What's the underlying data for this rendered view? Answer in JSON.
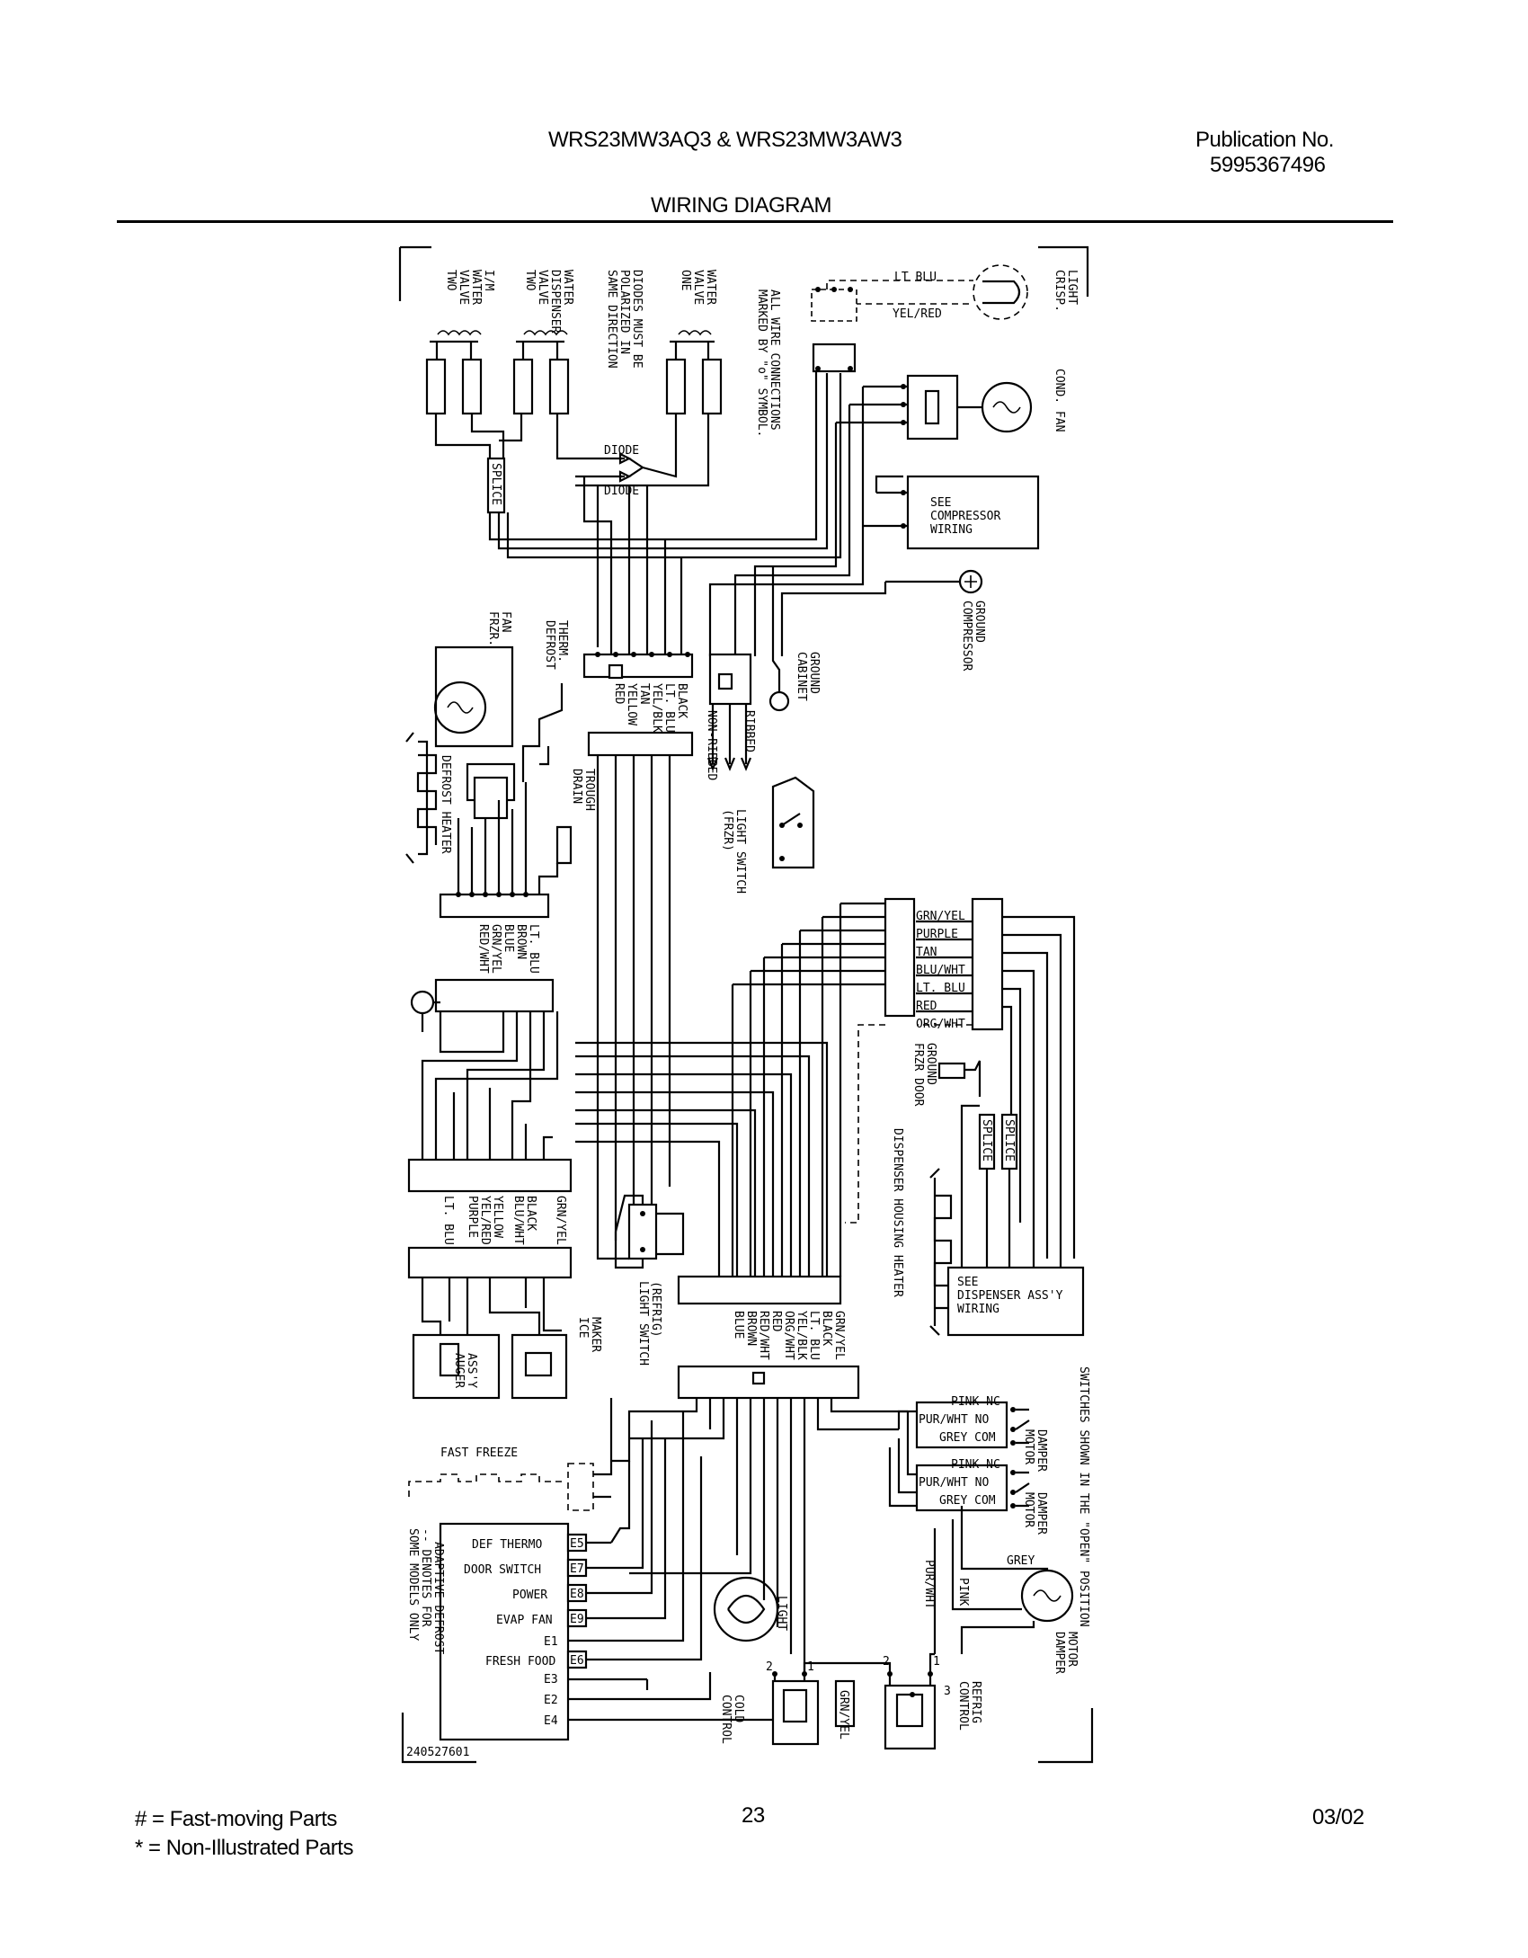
{
  "header": {
    "model": "WRS23MW3AQ3 & WRS23MW3AW3",
    "publication_label": "Publication No.",
    "publication_number": "5995367496",
    "title": "WIRING DIAGRAM"
  },
  "footer": {
    "legend_fast": "# = Fast-moving Parts",
    "legend_non": "* = Non-Illustrated Parts",
    "page_number": "23",
    "date": "03/02"
  },
  "diagram": {
    "drawing_number": "240527601",
    "top_labels": {
      "im_valve": [
        "I/M",
        "WATER",
        "VALVE",
        "TWO"
      ],
      "dispenser_valve": [
        "WATER",
        "DISPENSER",
        "VALVE",
        "TWO"
      ],
      "diodes_note": [
        "DIODES MUST BE",
        "POLARIZED IN",
        "SAME DIRECTION"
      ],
      "water_valve_one": [
        "WATER",
        "VALVE",
        "ONE"
      ],
      "connections_note": [
        "ALL WIRE CONNECTIONS",
        "MARKED BY \"o\" SYMBOL."
      ],
      "crisp_light": [
        "CRISP.",
        "LIGHT"
      ],
      "cond_fan": "COND. FAN"
    },
    "diode_upper": "DIODE",
    "diode_lower": "DIODE",
    "splice": "SPLICE",
    "crisp_wire_1": "LT BLU",
    "crisp_wire_2": "YEL/RED",
    "compressor_box": [
      "SEE",
      "COMPRESSOR",
      "WIRING"
    ],
    "compressor_ground": [
      "COMPRESSOR",
      "GROUND"
    ],
    "cabinet_ground": [
      "CABINET",
      "GROUND"
    ],
    "ribbed": "RIBBED",
    "non_ribbed": "NON-RIBBED",
    "frzr_fan": [
      "FRZR.",
      "FAN"
    ],
    "defrost_therm": [
      "DEFROST",
      "THERM."
    ],
    "defrost_heater": "DEFROST HEATER",
    "drain_trough": [
      "DRAIN",
      "TROUGH"
    ],
    "light_switch_frzr": [
      "LIGHT SWITCH",
      "(FRZR)"
    ],
    "upper_connector_wires": [
      "BLACK",
      "LT. BLU",
      "YEL/BLK",
      "TAN",
      "YELLOW",
      "RED"
    ],
    "left_connector_wires": [
      "LT. BLU",
      "BROWN",
      "BLUE",
      "GRN/YEL",
      "RED/WHT"
    ],
    "right_connector_wires": [
      "GRN/YEL",
      "PURPLE",
      "TAN",
      "BLU/WHT",
      "LT. BLU",
      "RED",
      "ORG/WHT"
    ],
    "frzr_door_ground": [
      "FRZR DOOR",
      "GROUND"
    ],
    "dispenser_housing_heater": "DISPENSER HOUSING HEATER",
    "dispenser_box": [
      "SEE",
      "DISPENSER ASS'Y",
      "WIRING"
    ],
    "lower_left_wires": [
      "GRN/YEL",
      "BLACK",
      "BLU/WHT",
      "YELLOW",
      "YEL/RED",
      "PURPLE",
      "LT. BLU"
    ],
    "light_switch_refrig": [
      "LIGHT SWITCH",
      "(REFRIG)"
    ],
    "center_wires": [
      "GRN/YEL",
      "BLACK",
      "LT. BLU",
      "YEL/BLK",
      "ORG/WHT",
      "RED",
      "RED/WHT",
      "BROWN",
      "BLUE"
    ],
    "auger_assy": [
      "AUGER",
      "ASS'Y"
    ],
    "ice_maker": [
      "ICE",
      "MAKER"
    ],
    "fast_freeze": "FAST FREEZE",
    "damper_upper": [
      "PINK NC",
      "PUR/WHT NO",
      "GREY COM"
    ],
    "damper_lower": [
      "PINK NC",
      "PUR/WHT NO",
      "GREY COM"
    ],
    "damper_motor": [
      "DAMPER",
      "MOTOR"
    ],
    "switches_note": "SWITCHES SHOWN IN THE \"OPEN\" POSITION",
    "grey": "GREY",
    "pur_wht": "PUR/WHT",
    "pink": "PINK",
    "control_rows": [
      {
        "label": "DEF THERMO",
        "term": "E5"
      },
      {
        "label": "DOOR SWITCH",
        "term": "E7"
      },
      {
        "label": "POWER",
        "term": "E8"
      },
      {
        "label": "EVAP FAN",
        "term": "E9"
      },
      {
        "label": "E1",
        "term": ""
      },
      {
        "label": "FRESH FOOD",
        "term": "E6"
      },
      {
        "label": "E3",
        "term": ""
      },
      {
        "label": "E2",
        "term": ""
      },
      {
        "label": "E4",
        "term": ""
      }
    ],
    "adaptive_defrost": "ADAPTIVE DEFROST",
    "denotes_note": [
      "-- DENOTES FOR",
      "SOME MODELS ONLY"
    ],
    "light": "LIGHT",
    "cold_control": [
      "COLD",
      "CONTROL"
    ],
    "grn_yel": "GRN/YEL",
    "refrig_control": [
      "REFRIG",
      "CONTROL"
    ],
    "term_labels": [
      "2",
      "1",
      "2",
      "1",
      "3"
    ]
  }
}
